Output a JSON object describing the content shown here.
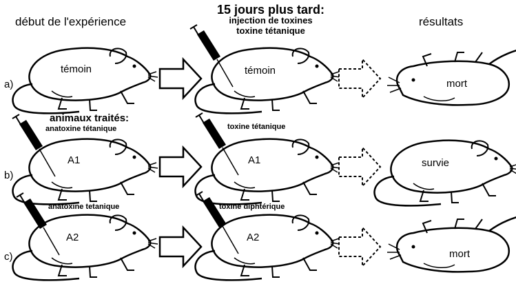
{
  "headers": {
    "start": "début de l'expérience",
    "day15_line1": "15 jours plus tard:",
    "day15_line2": "injection de toxines",
    "day15_line3": "toxine tétanique",
    "results": "résultats"
  },
  "rows": [
    {
      "label": "a)",
      "start_mouse": "témoin",
      "start_note": "",
      "injection_note": "",
      "injected_mouse": "témoin",
      "result": "mort"
    },
    {
      "label": "b)",
      "group_title": "animaux traités:",
      "start_mouse": "A1",
      "start_note": "anatoxine tétanique",
      "injection_note": "toxine tétanique",
      "injected_mouse": "A1",
      "result": "survie"
    },
    {
      "label": "c)",
      "start_mouse": "A2",
      "start_note": "anatoxine tetanique",
      "injection_note": "toxine diphtérique",
      "injected_mouse": "A2",
      "result": "mort"
    }
  ]
}
